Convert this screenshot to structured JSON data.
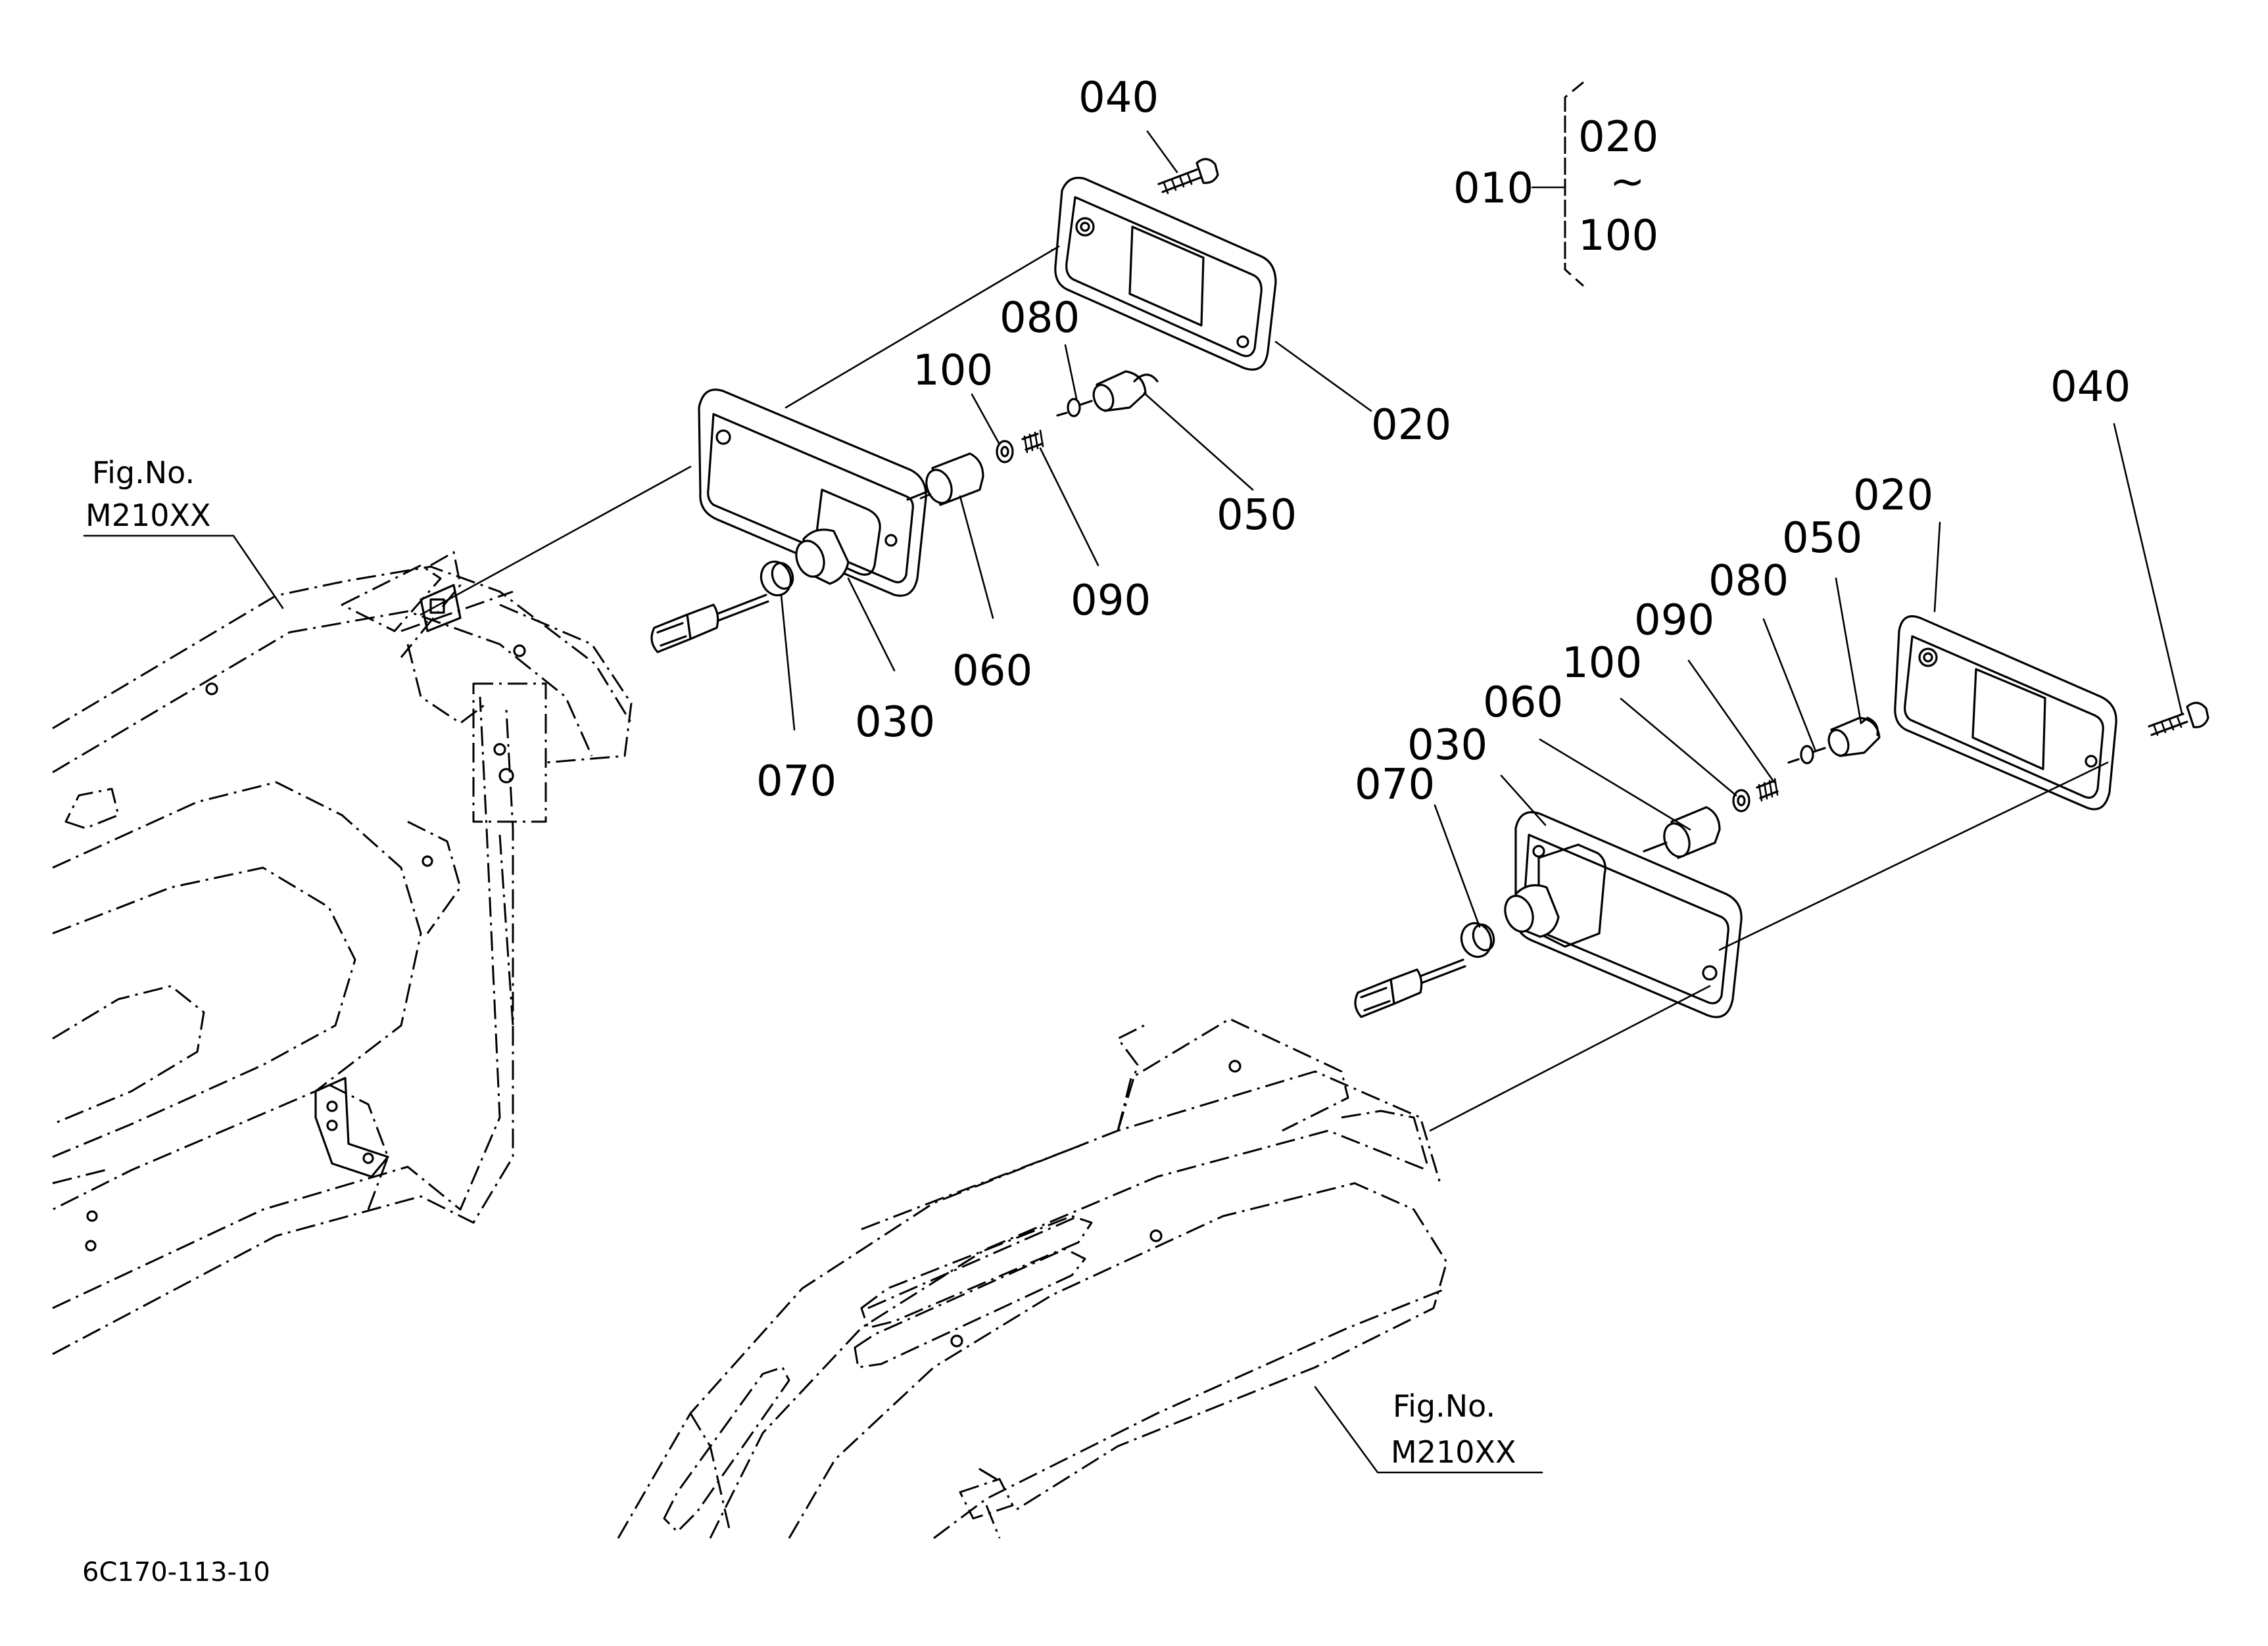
{
  "drawing_id": "6C170-113-10",
  "assembly": {
    "number": "010",
    "range_start": "020",
    "range_sep": "~",
    "range_end": "100"
  },
  "fig_refs": [
    {
      "line1": "Fig.No.",
      "line2": "M210XX"
    },
    {
      "line1": "Fig.No.",
      "line2": "M210XX"
    }
  ],
  "left_assembly_labels": {
    "p040": "040",
    "p020": "020",
    "p080": "080",
    "p100": "100",
    "p050": "050",
    "p090": "090",
    "p060": "060",
    "p030": "030",
    "p070": "070"
  },
  "right_assembly_labels": {
    "p040": "040",
    "p020": "020",
    "p050": "050",
    "p080": "080",
    "p090": "090",
    "p100": "100",
    "p060": "060",
    "p030": "030",
    "p070": "070"
  }
}
